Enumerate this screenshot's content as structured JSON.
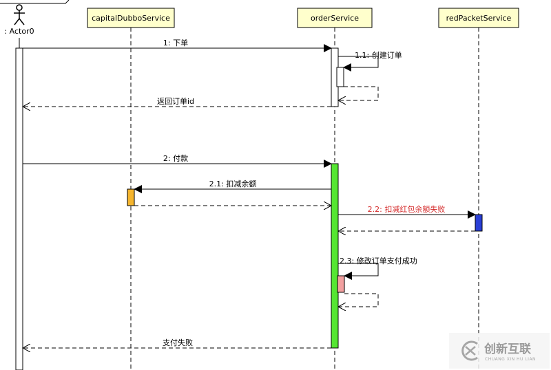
{
  "actor": {
    "label": ": Actor0"
  },
  "participants": [
    {
      "id": "capital",
      "label": "capitalDubboService"
    },
    {
      "id": "order",
      "label": "orderService"
    },
    {
      "id": "redpacket",
      "label": "redPacketService"
    }
  ],
  "messages": {
    "m1": "1: 下单",
    "m1_1": "1.1: 创建订单",
    "r1": "返回订单id",
    "m2": "2: 付款",
    "m2_1": "2.1: 扣减余额",
    "m2_2": "2.2: 扣减红包余额失败",
    "m2_3": "2.3: 修改订单支付成功",
    "r2": "支付失败"
  },
  "colors": {
    "participant_fill": "#ffffcc",
    "order_activation": "#55e632",
    "capital_activation": "#f5b52e",
    "redpacket_activation": "#2a3fd6",
    "self_activation": "#f2a0a0",
    "failure_text": "#d42a2a"
  },
  "watermark": {
    "title": "创新互联",
    "subtitle": "CHUANG XIN HU LIAN"
  }
}
